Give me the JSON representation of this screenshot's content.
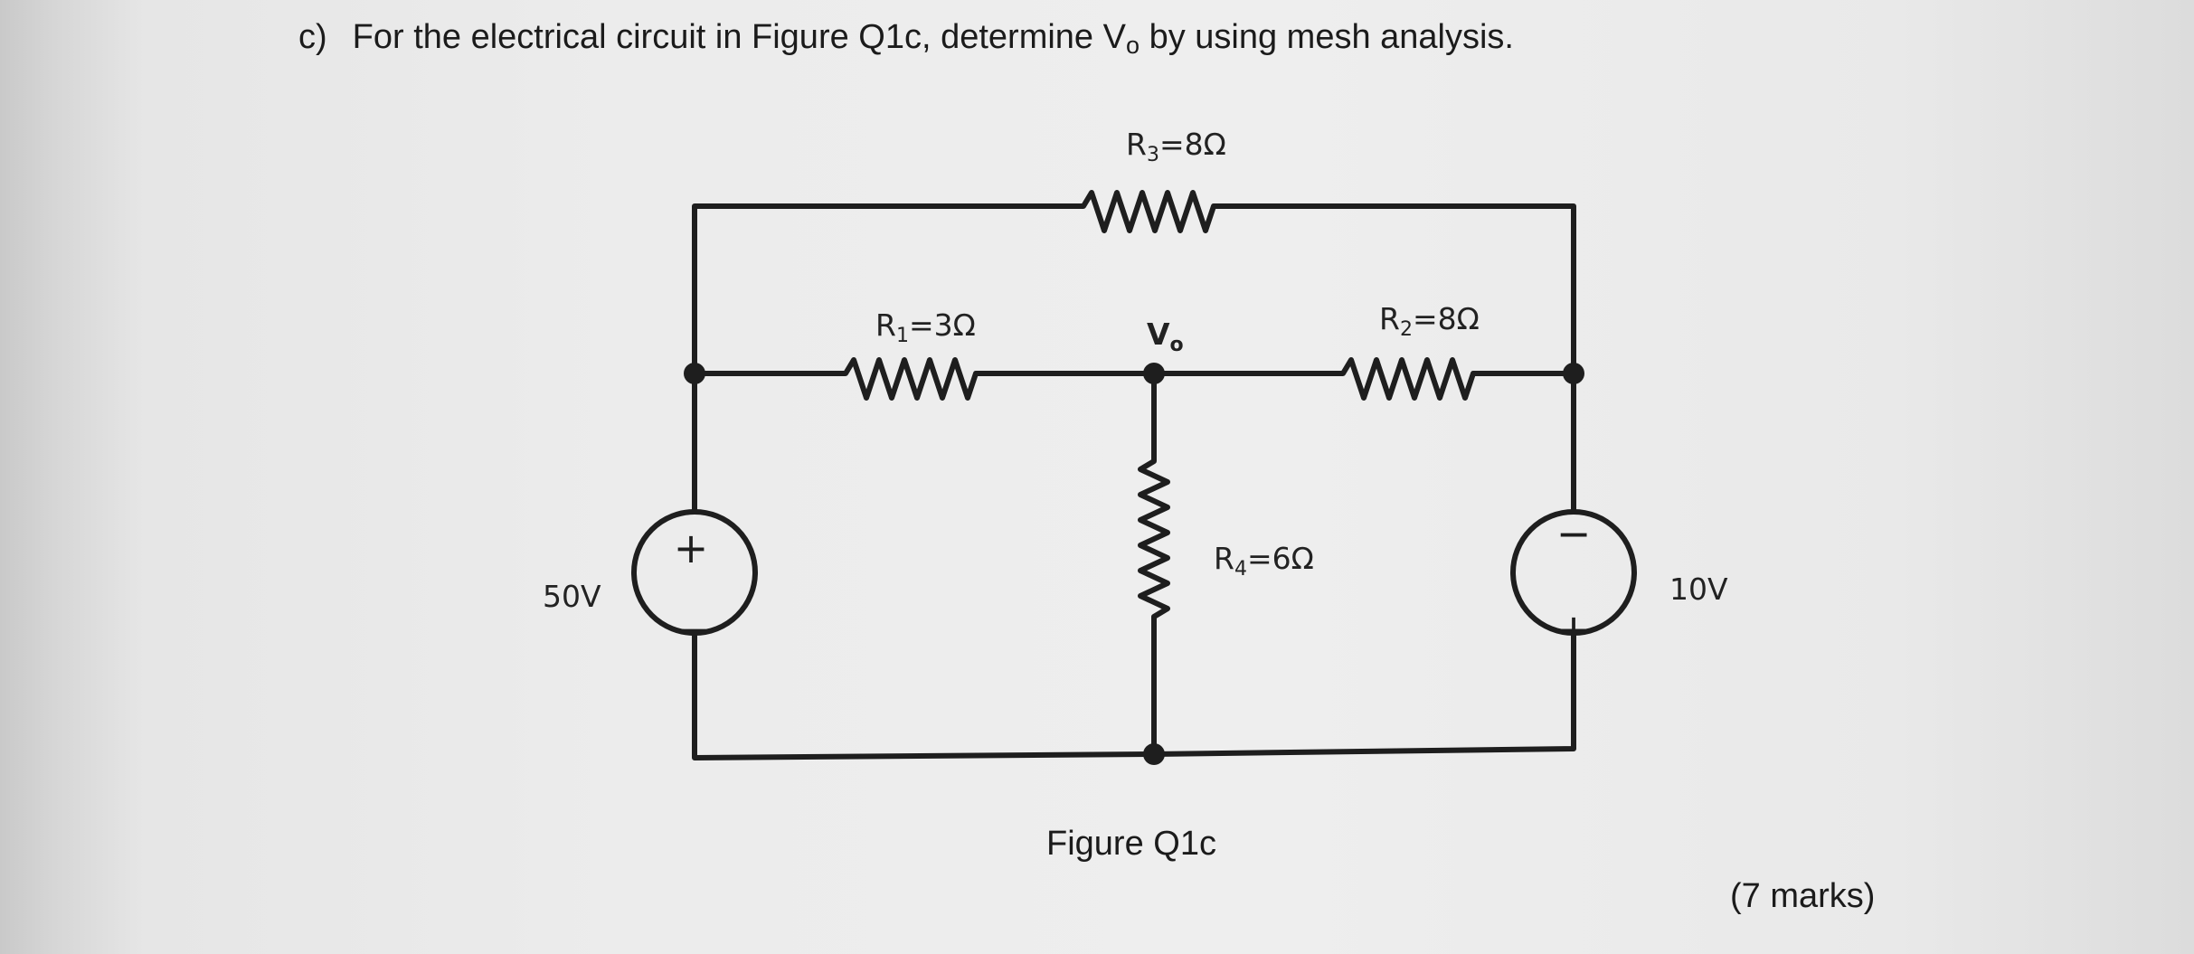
{
  "question": {
    "label": "c)",
    "text_before": "For the electrical circuit in Figure Q1c, determine V",
    "subscript": "o",
    "text_after": " by using mesh analysis."
  },
  "circuit": {
    "r3": {
      "name": "R",
      "sub": "3",
      "value": "=8Ω"
    },
    "r1": {
      "name": "R",
      "sub": "1",
      "value": "=3Ω"
    },
    "r2": {
      "name": "R",
      "sub": "2",
      "value": "=8Ω"
    },
    "r4": {
      "name": "R",
      "sub": "4",
      "value": "=6Ω"
    },
    "vo": {
      "name": "V",
      "sub": "o"
    },
    "source_left": {
      "value": "50V",
      "top_sign": "+",
      "bottom_sign": "−"
    },
    "source_right": {
      "value": "10V",
      "top_sign": "−",
      "bottom_sign": "+"
    }
  },
  "figure_caption": "Figure Q1c",
  "marks": "(7 marks)"
}
